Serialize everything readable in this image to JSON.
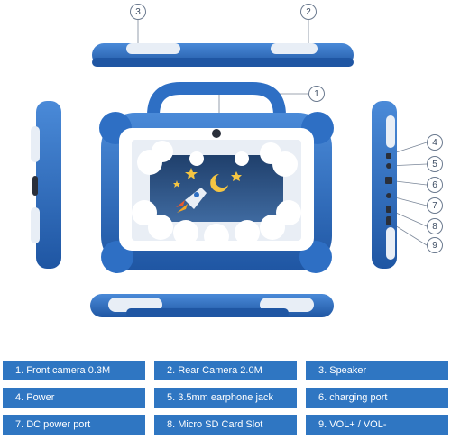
{
  "callouts": {
    "c1": "1",
    "c2": "2",
    "c3": "3",
    "c4": "4",
    "c5": "5",
    "c6": "6",
    "c7": "7",
    "c8": "8",
    "c9": "9"
  },
  "legend": [
    "1. Front camera 0.3M",
    "2. Rear Camera 2.0M",
    "3. Speaker",
    "4. Power",
    "5. 3.5mm earphone jack",
    "6. charging port",
    "7. DC power port",
    "8. Micro SD Card Slot",
    "9. VOL+ / VOL-"
  ],
  "colors": {
    "case_blue": "#2e6fc4",
    "case_dark": "#1f56a3",
    "legend_blue": "#2f76c2",
    "bezel": "#ffffff",
    "night_sky": "#2c4f7a"
  },
  "icons": [
    "rocket-icon",
    "moon-icon",
    "star-icon",
    "cloud-icon"
  ]
}
